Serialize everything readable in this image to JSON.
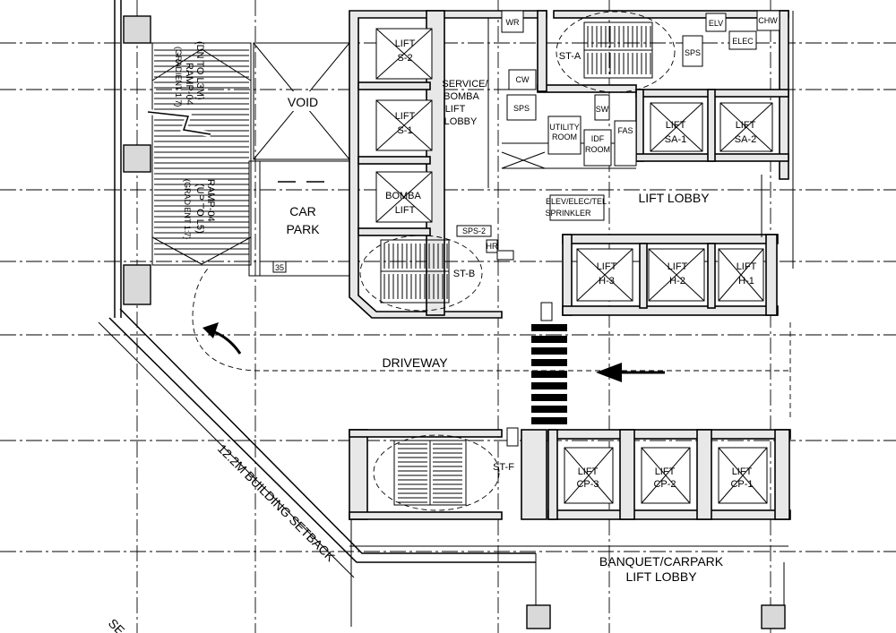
{
  "labels": {
    "void": "VOID",
    "car_park_1": "CAR",
    "car_park_2": "PARK",
    "parking_no": "35",
    "ramp_upper_1": "RAMP-04",
    "ramp_upper_2": "(DN TO L3M)",
    "ramp_upper_3": "(GRADIENT 1:7)",
    "ramp_lower_1": "RAMP-04",
    "ramp_lower_2": "(UP TO L5)",
    "ramp_lower_3": "(GRADIENT 1:7)",
    "service_lobby_1": "SERVICE/",
    "service_lobby_2": "BOMBA",
    "service_lobby_3": "LIFT",
    "service_lobby_4": "LOBBY",
    "lift_s2_1": "LIFT",
    "lift_s2_2": "S-2",
    "lift_s1_1": "LIFT",
    "lift_s1_2": "S-1",
    "bomba_1": "BOMBA",
    "bomba_2": "LIFT",
    "st_a": "ST-A",
    "st_b": "ST-B",
    "st_f": "ST-F",
    "lift_sa1_1": "LIFT",
    "lift_sa1_2": "SA-1",
    "lift_sa2_1": "LIFT",
    "lift_sa2_2": "SA-2",
    "utility_1": "UTILITY",
    "utility_2": "ROOM",
    "idf_1": "IDF",
    "idf_2": "ROOM",
    "fas": "FAS",
    "cw": "CW",
    "sps": "SPS",
    "sps2": "SPS-2",
    "sps_a": "SPS",
    "elv": "ELV",
    "elec": "ELEC",
    "chw": "CHW",
    "wr": "WR",
    "sw": "SW",
    "hr": "HR",
    "elv_elec_tel": "ELEV/ELEC/TEL",
    "sprinkler": "SPRINKLER",
    "lift_lobby": "LIFT LOBBY",
    "lift_h3_1": "LIFT",
    "lift_h3_2": "H-3",
    "lift_h2_1": "LIFT",
    "lift_h2_2": "H-2",
    "lift_h1_1": "LIFT",
    "lift_h1_2": "H-1",
    "driveway": "DRIVEWAY",
    "setback": "12.2M BUILDING SETBACK",
    "lift_cp3_1": "LIFT",
    "lift_cp3_2": "CP-3",
    "lift_cp2_1": "LIFT",
    "lift_cp2_2": "CP-2",
    "lift_cp1_1": "LIFT",
    "lift_cp1_2": "CP-1",
    "banquet_1": "BANQUET/CARPARK",
    "banquet_2": "LIFT LOBBY",
    "corner_text": "SE"
  }
}
